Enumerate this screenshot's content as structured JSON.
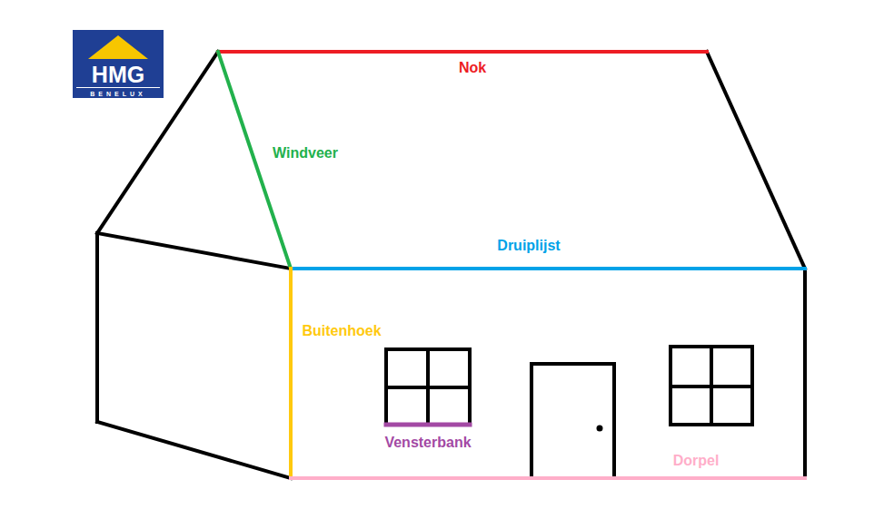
{
  "diagram": {
    "labels": [
      "HMG",
      "BENELUX",
      "Nok",
      "Windveer",
      "Druiplijst",
      "Buitenhoek",
      "Vensterbank",
      "Dorpel"
    ]
  }
}
